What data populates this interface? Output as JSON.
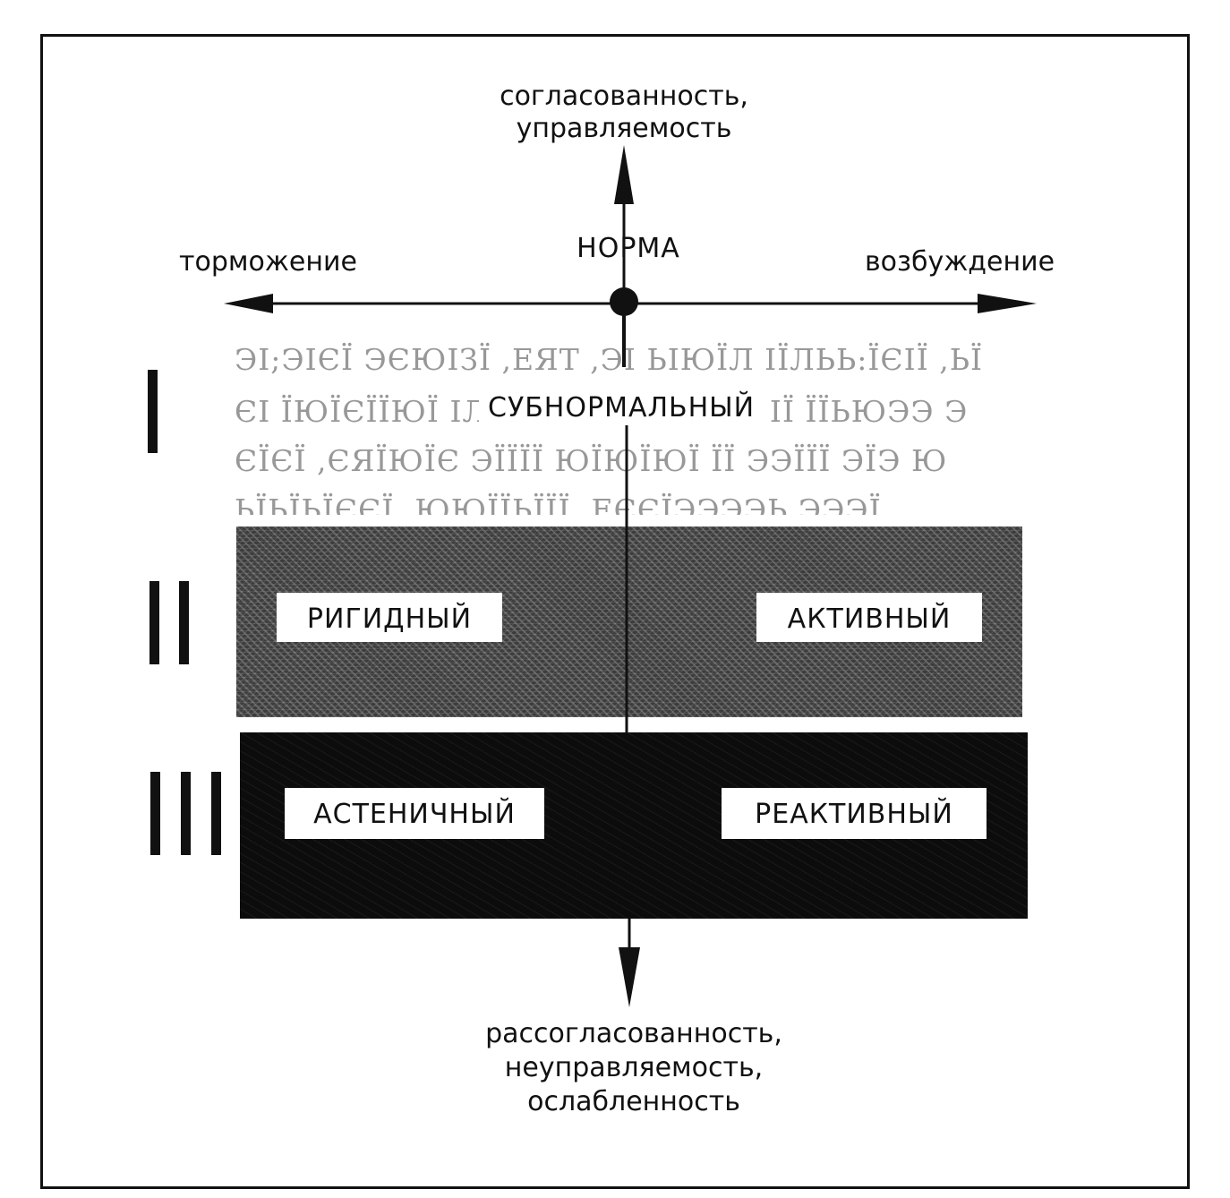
{
  "axes": {
    "top": [
      "согласованность,",
      "управляемость"
    ],
    "center": "НОРМА",
    "left": "торможение",
    "right": "возбуждение",
    "bottom": [
      "рассогласованность,",
      "неуправляемость,",
      "ослабленность"
    ]
  },
  "levels": {
    "level_1": {
      "numeral": "I",
      "label": "СУБНОРМАЛЬНЫЙ"
    },
    "level_2": {
      "numeral": "II",
      "left": "РИГИДНЫЙ",
      "right": "АКТИВНЫЙ"
    },
    "level_3": {
      "numeral": "III",
      "left": "АСТЕНИЧНЫЙ",
      "right": "РЕАКТИВНЫЙ"
    }
  }
}
